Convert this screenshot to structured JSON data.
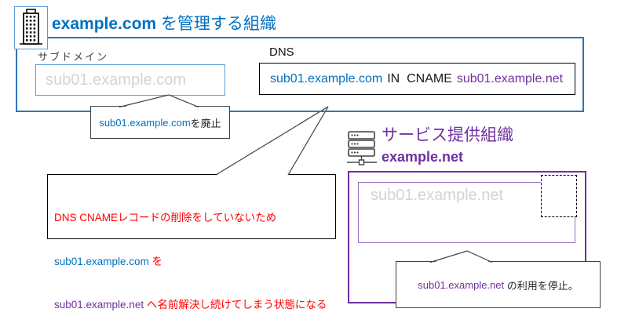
{
  "colors": {
    "blue_text": "#0070C0",
    "blue_border": "#2E75B6",
    "light_blue_border": "#5B9BD5",
    "purple": "#7030A0",
    "inner_purple_border": "#9470C4",
    "red": "#FF0000",
    "gray_placeholder": "#D4D2D8"
  },
  "org_com": {
    "icon": "building-icon",
    "title_domain": "example.com",
    "title_suffix": " を管理する組織",
    "subdomain_label": "サブドメイン",
    "subdomain_value": "sub01.example.com",
    "dns_label": "DNS",
    "dns_record": {
      "name": "sub01.example.com",
      "middle": "IN  CNAME",
      "target": "sub01.example.net"
    }
  },
  "org_net": {
    "icon": "server-icon",
    "title": "サービス提供組織",
    "domain": "example.net",
    "service_value": "sub01.example.net"
  },
  "callouts": {
    "retire_com": {
      "domain": "sub01.example.com",
      "suffix": "を廃止"
    },
    "dangling": {
      "line1": "DNS CNAMEレコードの削除をしていないため",
      "line2_domain": "sub01.example.com",
      "line2_suffix": " を",
      "line3_domain": "sub01.example.net",
      "line3_suffix": " へ名前解決し続けてしまう状態になる"
    },
    "stop_net": {
      "domain": "sub01.example.net",
      "suffix": " の利用を停止。"
    }
  }
}
